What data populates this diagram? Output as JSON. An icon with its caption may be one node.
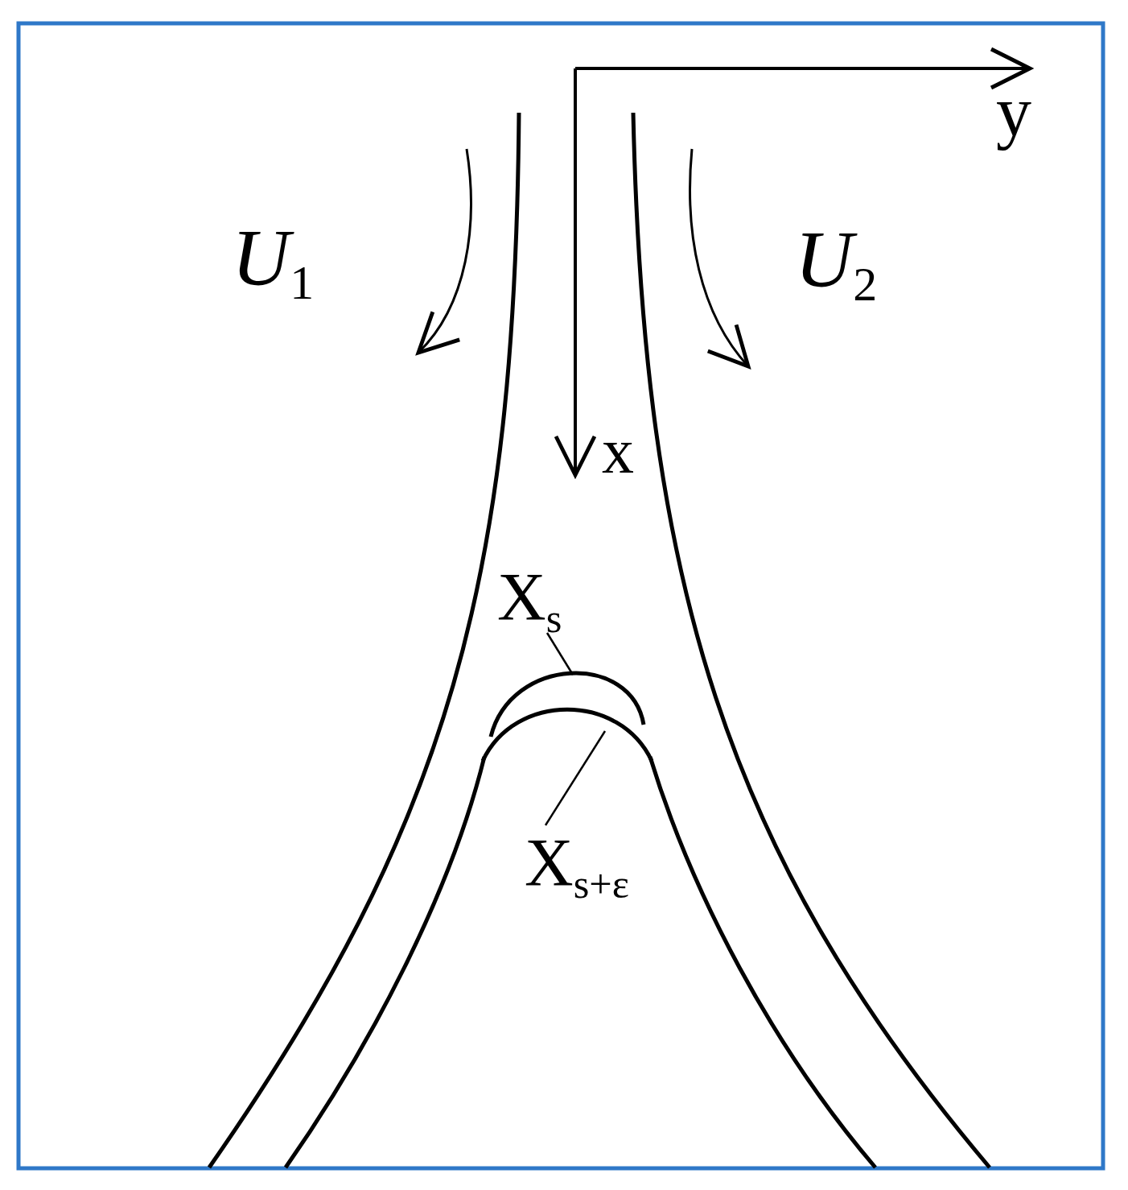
{
  "diagram": {
    "nodes": [
      {
        "text": [
          "X$_{s}$"
        ]
      },
      {
        "text": [],
        "shape": "arc"
      },
      {
        "text": [
          "X$_{s+ε}$"
        ]
      },
      {
        "text": [],
        "shape": "arc"
      }
    ],
    "edges": [
      {
        "from": 0,
        "to": 1,
        "arrow": "none"
      },
      {
        "from": 2,
        "to": 3,
        "arrow": "none"
      }
    ],
    "labels": [
      "*U*$_{1}$",
      "*U*$_{2}$",
      "y",
      "x"
    ]
  }
}
